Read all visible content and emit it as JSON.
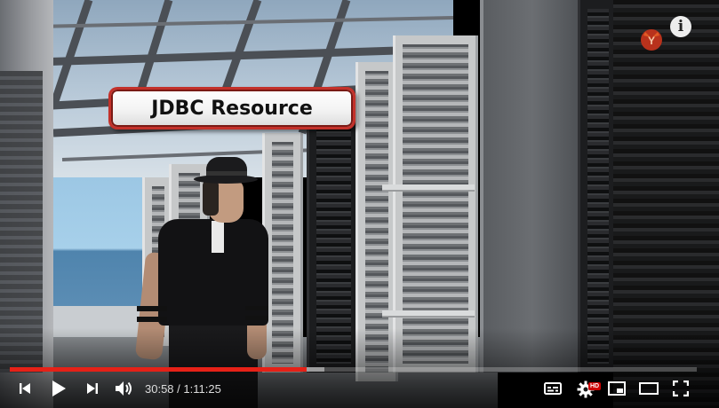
{
  "video": {
    "title_card": "JDBC Resource"
  },
  "player": {
    "accent_color": "#e62117",
    "progress": {
      "played_fraction": 0.432,
      "buffered_fraction": 0.458
    },
    "time": {
      "current": "30:58",
      "separator": " / ",
      "duration": "1:11:25"
    },
    "hd_badge": "HD",
    "info_symbol": "i",
    "icons": {
      "previous": "skip-previous-icon",
      "play": "play-icon",
      "next": "skip-next-icon",
      "volume": "volume-icon",
      "subtitles": "subtitles-icon",
      "settings": "settings-gear-icon",
      "miniplayer": "miniplayer-icon",
      "theater": "theater-mode-icon",
      "fullscreen": "fullscreen-icon",
      "info": "info-icon",
      "channel_logo": "channel-watermark-logo"
    }
  }
}
